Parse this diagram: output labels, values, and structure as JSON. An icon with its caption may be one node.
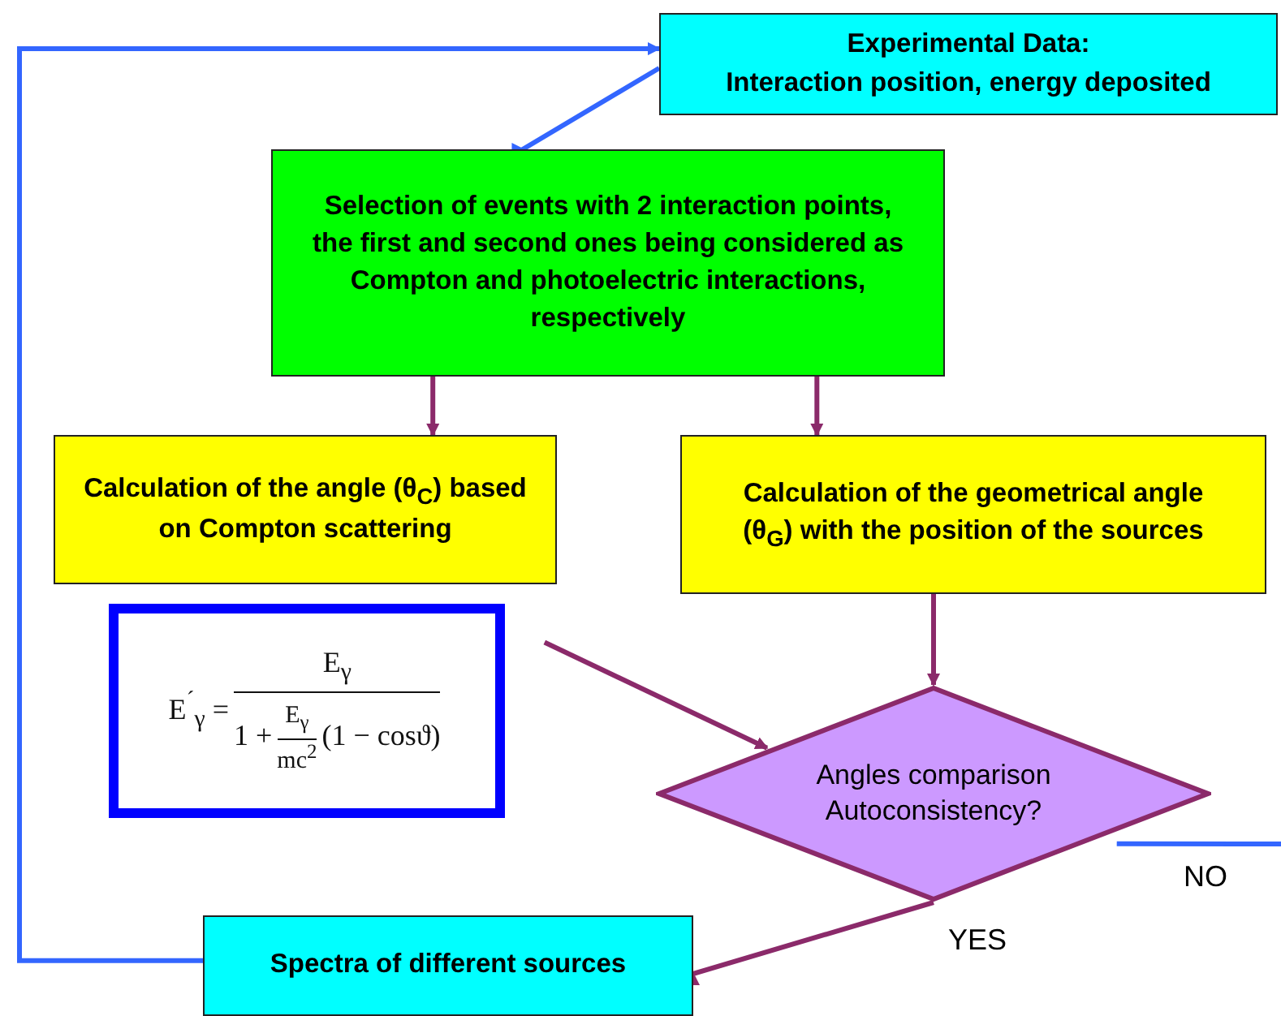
{
  "diagram": {
    "nodes": [
      {
        "text": [
          "Experimental Data:",
          "Interaction position, energy deposited"
        ]
      },
      {
        "text": [
          "Selection of events with 2 interaction points, the first and second ones being considered as Compton and photoelectric interactions, respectively"
        ]
      },
      {
        "text": [
          "Calculation of the angle (θ$_{C}$) based on Compton scattering"
        ]
      },
      {
        "text": [
          "Calculation of the geometrical angle (θ$_{G}$) with the position of the sources"
        ]
      },
      {
        "text": [
          "E$^{´}$$_{γ}$ =",
          "E$_{γ}$",
          "1 +",
          "E$_{γ}$",
          "mc$^{2}$",
          "(1 − cosϑ)"
        ]
      },
      {
        "text": [
          "Angles comparison Autoconsistency?"
        ]
      },
      {
        "text": [
          "Spectra of different sources"
        ]
      }
    ],
    "edges": [
      {
        "from": 0,
        "to": 1,
        "arrow": "to",
        "color": "#3366ff"
      },
      {
        "from": 1,
        "to": 2,
        "arrow": "to"
      },
      {
        "from": 1,
        "to": 3,
        "arrow": "to"
      },
      {
        "from": 3,
        "to": 5,
        "arrow": "to"
      },
      {
        "from": 4,
        "to": 5,
        "arrow": "to"
      },
      {
        "from": 5,
        "to": 6,
        "arrow": "to",
        "label": "YES"
      },
      {
        "from": 5,
        "to": null,
        "arrow": "none",
        "label": "NO",
        "color": "#3366ff"
      },
      {
        "from": 6,
        "to": 0,
        "arrow": "to",
        "color": "#3366ff"
      }
    ]
  }
}
